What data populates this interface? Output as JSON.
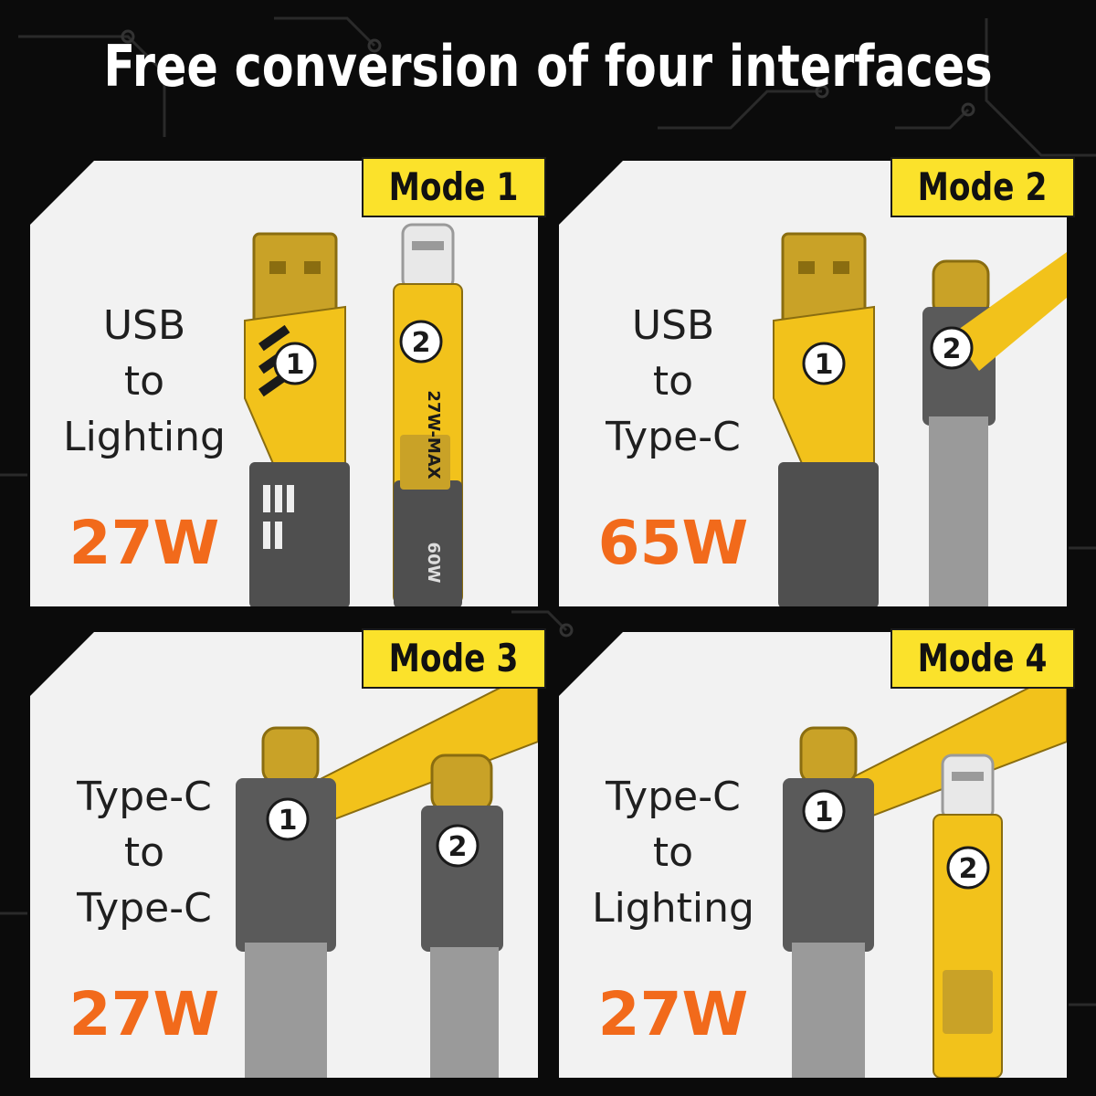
{
  "headline": "Free conversion of four interfaces",
  "colors": {
    "background": "#0b0b0b",
    "panel": "#f2f2f2",
    "tag": "#fbe22b",
    "wattage": "#f26a1b",
    "connector_gold": "#c9a227",
    "housing_yellow": "#f2c21b",
    "housing_grey": "#5a5a5a"
  },
  "modes": [
    {
      "tag": "Mode 1",
      "line1": "USB",
      "line2": "to",
      "line3": "Lighting",
      "wattage": "27W",
      "left_connector_icon": "usb-a-connector-icon",
      "right_connector_icon": "lightning-connector-icon"
    },
    {
      "tag": "Mode 2",
      "line1": "USB",
      "line2": "to",
      "line3": "Type-C",
      "wattage": "65W",
      "left_connector_icon": "usb-a-connector-icon",
      "right_connector_icon": "usb-c-connector-icon"
    },
    {
      "tag": "Mode 3",
      "line1": "Type-C",
      "line2": "to",
      "line3": "Type-C",
      "wattage": "27W",
      "left_connector_icon": "usb-c-connector-icon",
      "right_connector_icon": "usb-c-connector-icon"
    },
    {
      "tag": "Mode 4",
      "line1": "Type-C",
      "line2": "to",
      "line3": "Lighting",
      "wattage": "27W",
      "left_connector_icon": "usb-c-connector-icon",
      "right_connector_icon": "lightning-connector-icon"
    }
  ],
  "connector_badges": {
    "first": "1",
    "second": "2"
  },
  "cable_prints": {
    "max_label": "27W-MAX",
    "power_label": "60W"
  }
}
